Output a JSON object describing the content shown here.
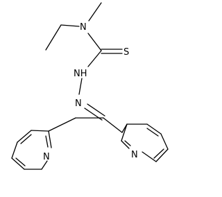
{
  "molecule": {
    "atoms": {
      "n_amine": "N",
      "s_thione": "S",
      "nh_hydrazide": "NH",
      "n_imine": "N",
      "n_pyridine_left": "N",
      "n_pyridine_right": "N"
    }
  }
}
